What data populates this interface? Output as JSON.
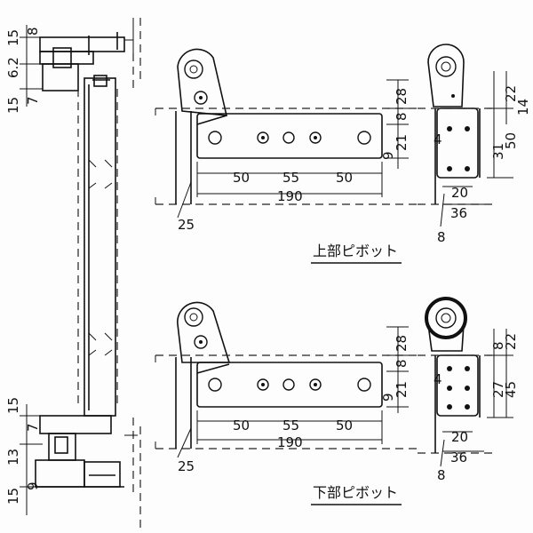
{
  "captions": {
    "upper": "上部ピボット",
    "lower": "下部ピボット"
  },
  "left_view": {
    "d15_top": "15",
    "d8_top": "8",
    "d6_2": "6.2",
    "d15_mid": "15",
    "d7_mid": "7",
    "d15_bot": "15",
    "d7_bot": "7",
    "d13": "13",
    "d15_low": "15",
    "d9_low": "9"
  },
  "upper": {
    "d50a": "50",
    "d55": "55",
    "d50b": "50",
    "d190": "190",
    "d25": "25",
    "d28": "28",
    "d8": "8",
    "d9": "9",
    "d21": "21",
    "d4": "4",
    "d22": "22",
    "d14": "14",
    "d31": "31",
    "d50": "50",
    "d20": "20",
    "d36": "36",
    "d8b": "8"
  },
  "lower": {
    "d50a": "50",
    "d55": "55",
    "d50b": "50",
    "d190": "190",
    "d25": "25",
    "d28": "28",
    "d8": "8",
    "d9": "9",
    "d21": "21",
    "d4": "4",
    "d8r": "8",
    "d22": "22",
    "d27": "27",
    "d45": "45",
    "d20": "20",
    "d36": "36",
    "d8b": "8"
  }
}
